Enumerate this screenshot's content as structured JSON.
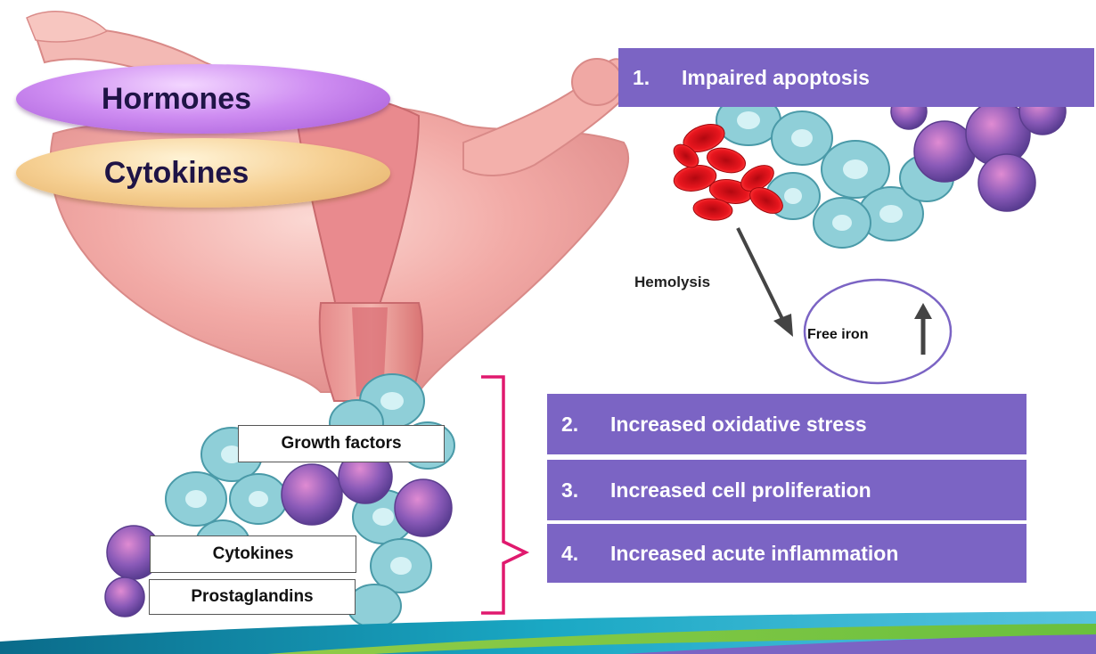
{
  "labels": {
    "hormones": "Hormones",
    "cytokines_top": "Cytokines",
    "hemolysis": "Hemolysis",
    "free_iron": "Free iron",
    "growth_factors": "Growth factors",
    "cytokines_bottom": "Cytokines",
    "prostaglandins": "Prostaglandins"
  },
  "steps": [
    {
      "num": "1.",
      "text": "Impaired apoptosis"
    },
    {
      "num": "2.",
      "text": "Increased oxidative stress"
    },
    {
      "num": "3.",
      "text": "Increased cell proliferation"
    },
    {
      "num": "4.",
      "text": "Increased acute inflammation"
    }
  ],
  "colors": {
    "step_box": "#7b64c4",
    "hormones_pill": "#c07ae6",
    "cytokines_pill": "#f0c47f",
    "bracket": "#e0196e",
    "arrow": "#444444",
    "iron_circle": "#7b64c4",
    "uterus": "#f2a6a2",
    "blood_cell": "#e0141c",
    "endometrial_cell": "#7cc4cf",
    "immune_cell": "#9a5fb8"
  },
  "icons": {
    "iron_trend": "up-arrow-icon"
  }
}
